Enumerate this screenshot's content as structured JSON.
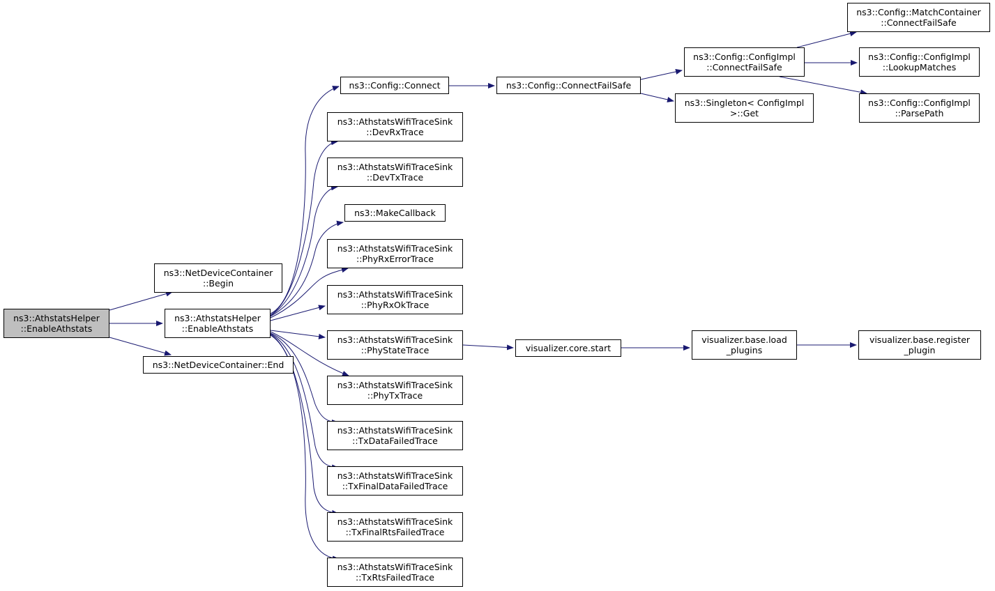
{
  "colors": {
    "edge": "#191970",
    "root_fill": "#bfbfbf",
    "node_fill": "#ffffff",
    "border": "#000000"
  },
  "nodes": [
    {
      "id": "root",
      "lines": [
        "ns3::AthstatsHelper",
        "::EnableAthstats"
      ],
      "root": true
    },
    {
      "id": "ndc_begin",
      "lines": [
        "ns3::NetDeviceContainer",
        "::Begin"
      ]
    },
    {
      "id": "helper2",
      "lines": [
        "ns3::AthstatsHelper",
        "::EnableAthstats"
      ]
    },
    {
      "id": "ndc_end",
      "lines": [
        "ns3::NetDeviceContainer::End"
      ]
    },
    {
      "id": "cfg_connect",
      "lines": [
        "ns3::Config::Connect"
      ]
    },
    {
      "id": "devrx",
      "lines": [
        "ns3::AthstatsWifiTraceSink",
        "::DevRxTrace"
      ]
    },
    {
      "id": "devtx",
      "lines": [
        "ns3::AthstatsWifiTraceSink",
        "::DevTxTrace"
      ]
    },
    {
      "id": "makecb",
      "lines": [
        "ns3::MakeCallback"
      ]
    },
    {
      "id": "phyrxerr",
      "lines": [
        "ns3::AthstatsWifiTraceSink",
        "::PhyRxErrorTrace"
      ]
    },
    {
      "id": "phyrxok",
      "lines": [
        "ns3::AthstatsWifiTraceSink",
        "::PhyRxOkTrace"
      ]
    },
    {
      "id": "phystate",
      "lines": [
        "ns3::AthstatsWifiTraceSink",
        "::PhyStateTrace"
      ]
    },
    {
      "id": "phytx",
      "lines": [
        "ns3::AthstatsWifiTraceSink",
        "::PhyTxTrace"
      ]
    },
    {
      "id": "txdatafail",
      "lines": [
        "ns3::AthstatsWifiTraceSink",
        "::TxDataFailedTrace"
      ]
    },
    {
      "id": "txfinaldata",
      "lines": [
        "ns3::AthstatsWifiTraceSink",
        "::TxFinalDataFailedTrace"
      ]
    },
    {
      "id": "txfinalrts",
      "lines": [
        "ns3::AthstatsWifiTraceSink",
        "::TxFinalRtsFailedTrace"
      ]
    },
    {
      "id": "txrtsfail",
      "lines": [
        "ns3::AthstatsWifiTraceSink",
        "::TxRtsFailedTrace"
      ]
    },
    {
      "id": "cfg_cfs",
      "lines": [
        "ns3::Config::ConnectFailSafe"
      ]
    },
    {
      "id": "impl_cfs",
      "lines": [
        "ns3::Config::ConfigImpl",
        "::ConnectFailSafe"
      ]
    },
    {
      "id": "singleton",
      "lines": [
        "ns3::Singleton< ConfigImpl",
        ">::Get"
      ]
    },
    {
      "id": "mc_cfs",
      "lines": [
        "ns3::Config::MatchContainer",
        "::ConnectFailSafe"
      ]
    },
    {
      "id": "lookup",
      "lines": [
        "ns3::Config::ConfigImpl",
        "::LookupMatches"
      ]
    },
    {
      "id": "parsepath",
      "lines": [
        "ns3::Config::ConfigImpl",
        "::ParsePath"
      ]
    },
    {
      "id": "viz_start",
      "lines": [
        "visualizer.core.start"
      ]
    },
    {
      "id": "viz_load",
      "lines": [
        "visualizer.base.load",
        "_plugins"
      ]
    },
    {
      "id": "viz_reg",
      "lines": [
        "visualizer.base.register",
        "_plugin"
      ]
    }
  ]
}
